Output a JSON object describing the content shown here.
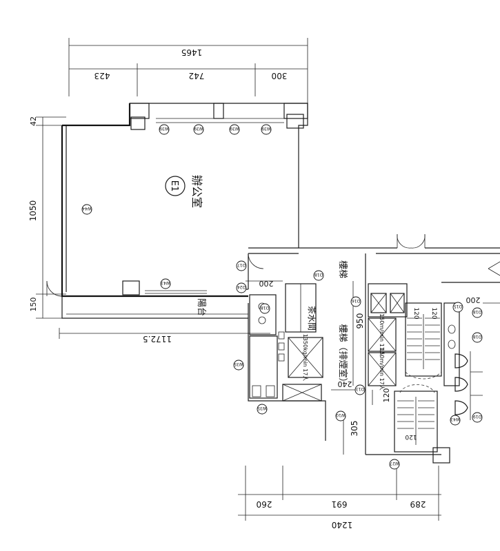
{
  "unit_label": "E1",
  "room_labels": {
    "office": "辦公室",
    "balcony": "陽台",
    "pantry": "茶水間",
    "stair_1": "樓梯",
    "stair_2": "樓梯（排煙室）"
  },
  "dimensions": {
    "top_total": "1465",
    "top_a": "423",
    "top_b": "742",
    "top_c": "300",
    "left_a": "42",
    "left_b": "1050",
    "left_c": "150",
    "mid": "1172.5",
    "d200_a": "200",
    "d200_b": "200",
    "d950": "950",
    "d240": "240",
    "d120_a": "120",
    "d305": "305",
    "d120_b": "120",
    "d120_c": "120",
    "d120_d": "120",
    "bottom_a": "260",
    "bottom_b": "691",
    "bottom_c": "289",
    "bottom_total": "1240"
  },
  "lift_labels": {
    "lift_1": "1350kg/min 17人",
    "lift_2": "150m/min 11人",
    "lift_3": "150m/min 17人"
  },
  "tags": [
    "W39",
    "W39",
    "W39",
    "W39",
    "W44",
    "W43",
    "D17",
    "D18",
    "D24",
    "D18",
    "D16",
    "W35",
    "W35",
    "D13",
    "W10",
    "D15",
    "D18",
    "D18",
    "D19",
    "W43",
    "W27"
  ]
}
